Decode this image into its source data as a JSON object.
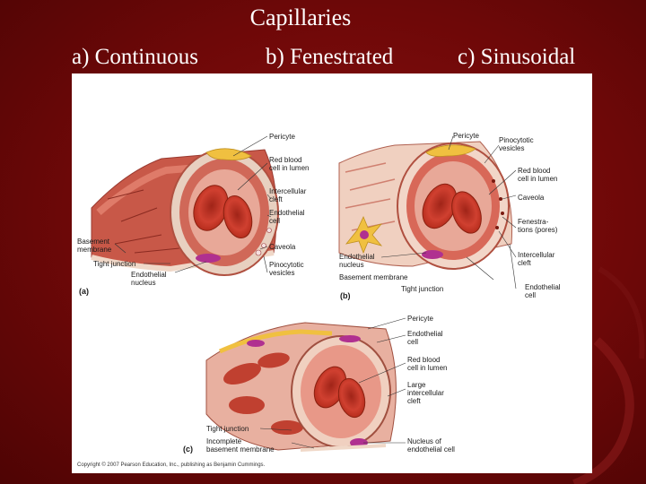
{
  "slide": {
    "title": "Capillaries",
    "subtitles": [
      "a) Continuous",
      "b) Fenestrated",
      "c) Sinusoidal"
    ]
  },
  "panel_a": {
    "tag": "(a)",
    "labels": {
      "pericyte": "Pericyte",
      "rbc1": "Red blood",
      "rbc2": "cell in lumen",
      "cleft1": "Intercellular",
      "cleft2": "cleft",
      "endo1": "Endothelial",
      "endo2": "cell",
      "basement1": "Basement",
      "basement2": "membrane",
      "caveola": "Caveola",
      "tight": "Tight junction",
      "pino1": "Pinocytotic",
      "pino2": "vesicles",
      "nucleus1": "Endothelial",
      "nucleus2": "nucleus"
    }
  },
  "panel_b": {
    "tag": "(b)",
    "labels": {
      "pericyte": "Pericyte",
      "pino1": "Pinocytotic",
      "pino2": "vesicles",
      "rbc1": "Red blood",
      "rbc2": "cell in lumen",
      "caveola": "Caveola",
      "fen1": "Fenestra-",
      "fen2": "tions (pores)",
      "cleft1": "Intercellular",
      "cleft2": "cleft",
      "nucleus1": "Endothelial",
      "nucleus2": "nucleus",
      "basement": "Basement membrane",
      "tight": "Tight junction",
      "endo1": "Endothelial",
      "endo2": "cell"
    }
  },
  "panel_c": {
    "tag": "(c)",
    "labels": {
      "pericyte": "Pericyte",
      "endo1": "Endothelial",
      "endo2": "cell",
      "rbc1": "Red blood",
      "rbc2": "cell in lumen",
      "large1": "Large",
      "large2": "intercellular",
      "large3": "cleft",
      "tight": "Tight junction",
      "incomplete1": "Incomplete",
      "incomplete2": "basement membrane",
      "nucleus1": "Nucleus of",
      "nucleus2": "endothelial cell"
    }
  },
  "copyright": "Copyright © 2007 Pearson Education, Inc., publishing as Benjamin Cummings.",
  "colors": {
    "background": "#6e0808",
    "vessel_wall": "#d85a4a",
    "red_blood_cell": "#c83020",
    "basement_membrane": "#f0d8c8",
    "pericyte": "#f0c040",
    "nucleus": "#b03090"
  }
}
